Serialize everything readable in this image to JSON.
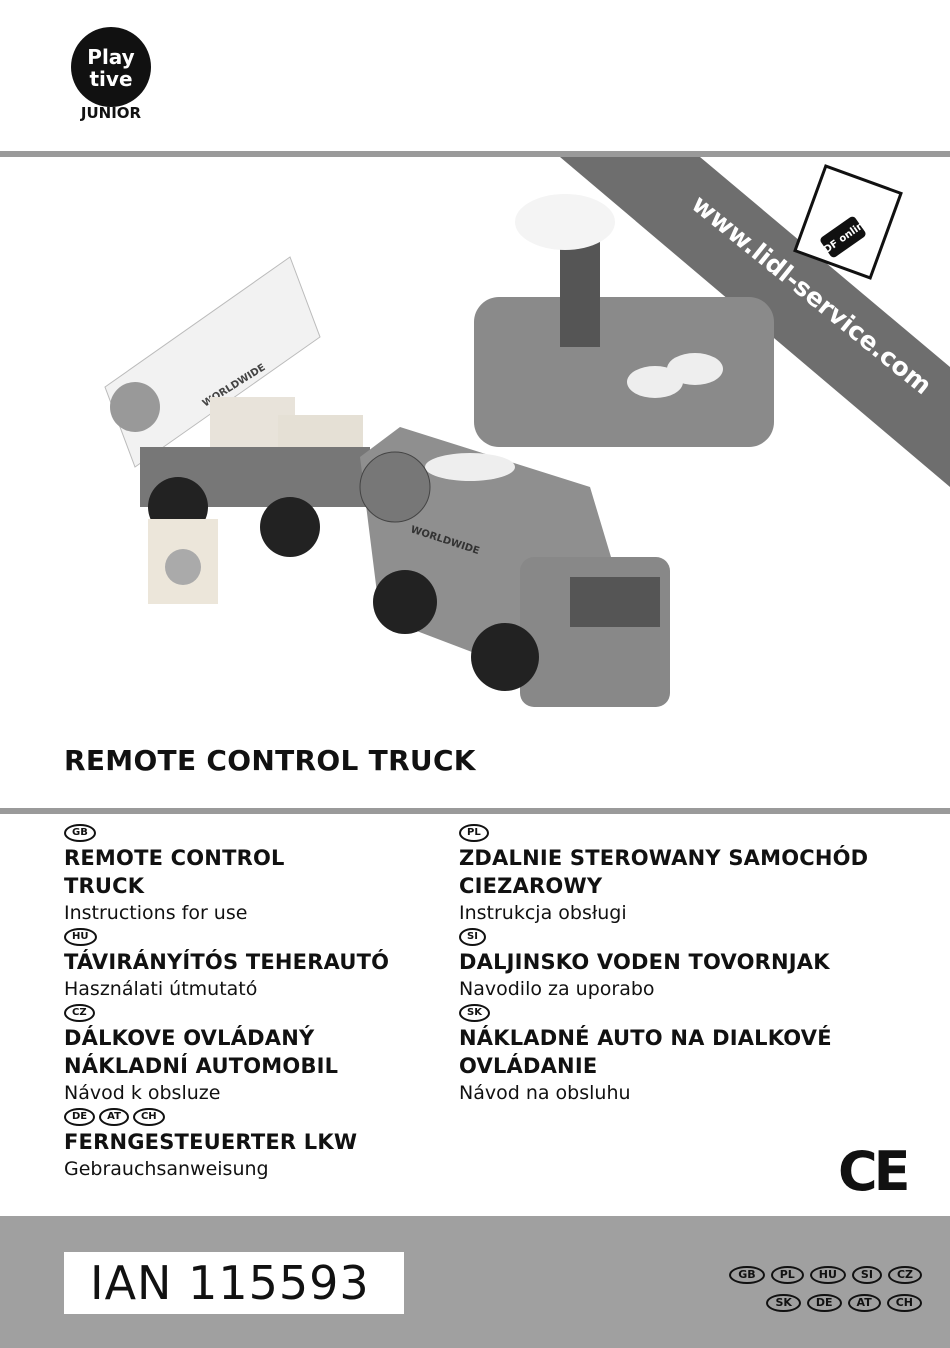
{
  "logo": {
    "line1": "Play",
    "line2": "tive",
    "line3": "JUNIOR"
  },
  "banner": {
    "url": "www.lidl-service.com",
    "pdf_badge": "PDF online",
    "icon": "laptop-pdf-icon"
  },
  "product_title": "REMOTE CONTROL TRUCK",
  "languages": {
    "left": [
      {
        "badges": [
          "GB"
        ],
        "title": "REMOTE CONTROL TRUCK",
        "subtitle": "Instructions for use"
      },
      {
        "badges": [
          "HU"
        ],
        "title": "TÁVIRÁNYÍTÓS TEHERAUTÓ",
        "subtitle": "Használati útmutató"
      },
      {
        "badges": [
          "CZ"
        ],
        "title": "DÁLKOVE OVLÁDANÝ NÁKLADNÍ AUTOMOBIL",
        "subtitle": "Návod k obsluze"
      },
      {
        "badges": [
          "DE",
          "AT",
          "CH"
        ],
        "title": "FERNGESTEUERTER LKW",
        "subtitle": "Gebrauchsanweisung"
      }
    ],
    "right": [
      {
        "badges": [
          "PL"
        ],
        "title": "ZDALNIE STEROWANY SAMOCHÓD CIEZAROWY",
        "subtitle": "Instrukcja obsługi"
      },
      {
        "badges": [
          "SI"
        ],
        "title": "DALJINSKO VODEN TOVORNJAK",
        "subtitle": "Navodilo za uporabo"
      },
      {
        "badges": [
          "SK"
        ],
        "title": "NÁKLADNÉ AUTO NA DIALKOVÉ OVLÁDANIE",
        "subtitle": "Návod na obsluhu"
      }
    ]
  },
  "ce_mark": "CE",
  "ian": "IAN 115593",
  "country_codes": {
    "row1": [
      "GB",
      "PL",
      "HU",
      "SI",
      "CZ"
    ],
    "row2": [
      "SK",
      "DE",
      "AT",
      "CH"
    ]
  },
  "photo_labels": {
    "trailer": "WORLDWIDE",
    "truck": "WORLDWIDE"
  }
}
